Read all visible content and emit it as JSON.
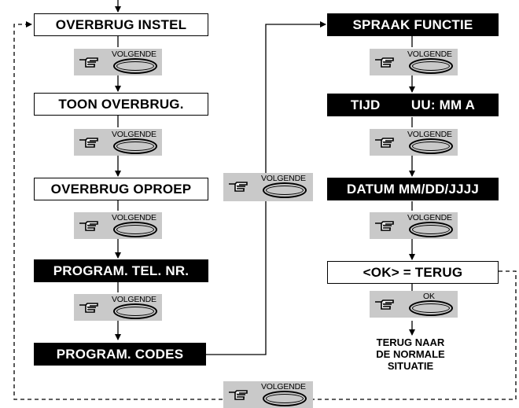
{
  "boxes": {
    "overbrug_instel": "OVERBRUG INSTEL",
    "toon_overbrug": "TOON OVERBRUG.",
    "overbrug_oproep": "OVERBRUG OPROEP",
    "program_tel_nr": "PROGRAM. TEL. NR.",
    "program_codes": "PROGRAM. CODES",
    "spraak_functie": "SPRAAK FUNCTIE",
    "tijd": "TIJD        UU: MM A",
    "datum": "DATUM MM/DD/JJJJ",
    "ok_terug": "<OK> = TERUG"
  },
  "buttons": {
    "next_label": "VOLGENDE",
    "ok_label": "OK"
  },
  "return_text": {
    "line1": "TERUG NAAR",
    "line2": "DE NORMALE",
    "line3": "SITUATIE"
  },
  "icons": [
    "hand-pointer-icon",
    "oval-button-icon"
  ],
  "colors": {
    "dark_box": "#000000",
    "button_bg": "#c9c9c9",
    "line": "#000000"
  }
}
